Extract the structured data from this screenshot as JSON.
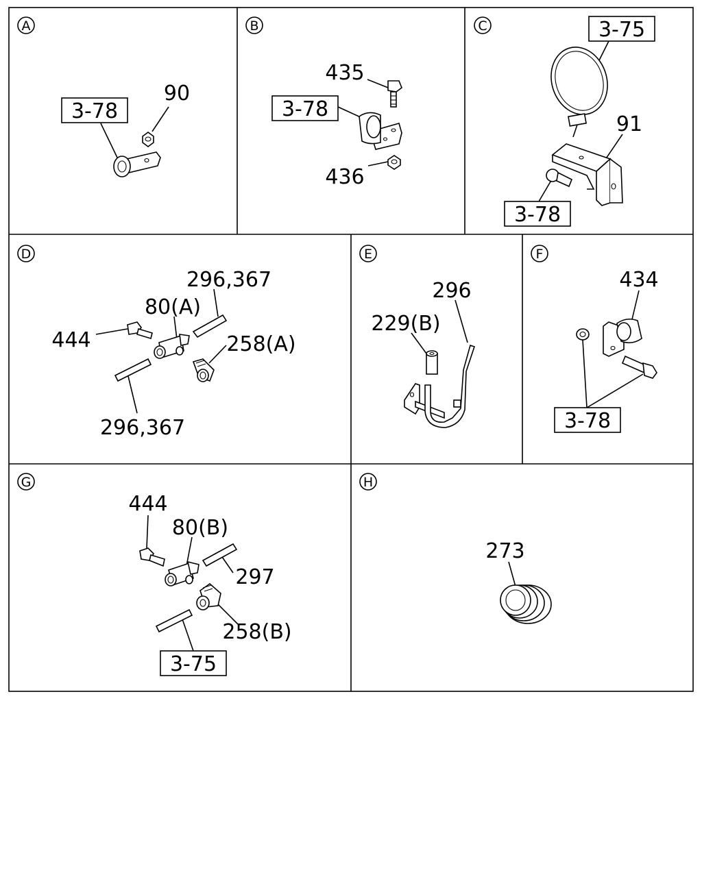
{
  "panels": {
    "A": {
      "letter": "A",
      "labels": {
        "ref_3_78": "3-78",
        "part_90": "90"
      }
    },
    "B": {
      "letter": "B",
      "labels": {
        "part_435": "435",
        "ref_3_78": "3-78",
        "part_436": "436"
      }
    },
    "C": {
      "letter": "C",
      "labels": {
        "ref_3_75": "3-75",
        "part_91": "91",
        "ref_3_78": "3-78"
      }
    },
    "D": {
      "letter": "D",
      "labels": {
        "part_296_367_top": "296,367",
        "part_80a": "80(A)",
        "part_444": "444",
        "part_258a": "258(A)",
        "part_296_367_bottom": "296,367"
      }
    },
    "E": {
      "letter": "E",
      "labels": {
        "part_296": "296",
        "part_229b": "229(B)"
      }
    },
    "F": {
      "letter": "F",
      "labels": {
        "part_434": "434",
        "ref_3_78": "3-78"
      }
    },
    "G": {
      "letter": "G",
      "labels": {
        "part_444": "444",
        "part_80b": "80(B)",
        "part_297": "297",
        "part_258b": "258(B)",
        "ref_3_75": "3-75"
      }
    },
    "H": {
      "letter": "H",
      "labels": {
        "part_273": "273"
      }
    }
  }
}
